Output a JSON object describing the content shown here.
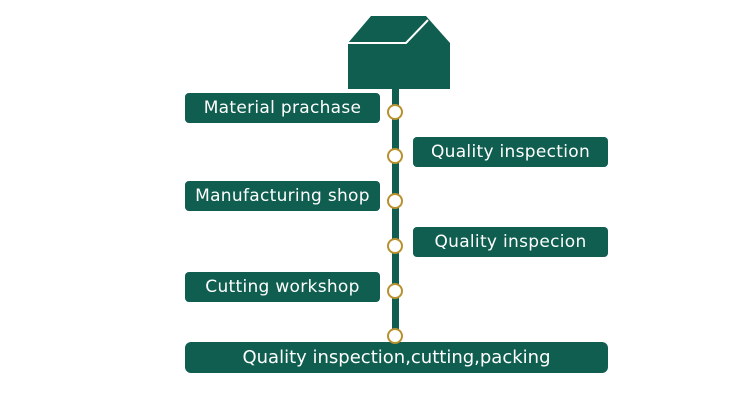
{
  "colors": {
    "primary": "#0f5e4f",
    "node_ring": "#b8902e",
    "background": "#ffffff"
  },
  "icons": {
    "top": "house-icon"
  },
  "steps": [
    {
      "label": "Material prachase"
    },
    {
      "label": "Quality inspection"
    },
    {
      "label": "Manufacturing shop"
    },
    {
      "label": "Quality inspecion"
    },
    {
      "label": "Cutting workshop"
    }
  ],
  "final_step": {
    "label": "Quality inspection,cutting,packing"
  }
}
